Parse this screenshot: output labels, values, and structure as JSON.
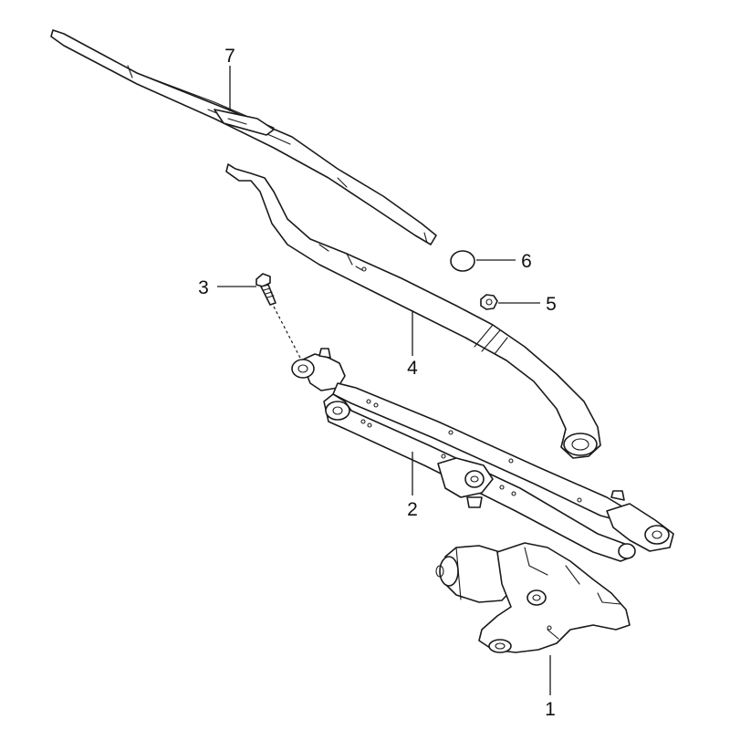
{
  "diagram": {
    "callouts": {
      "part1": "1",
      "part2": "2",
      "part3": "3",
      "part4": "4",
      "part5": "5",
      "part6": "6",
      "part7": "7"
    },
    "colors": {
      "line": "#1a1a1a",
      "background": "#ffffff"
    }
  }
}
